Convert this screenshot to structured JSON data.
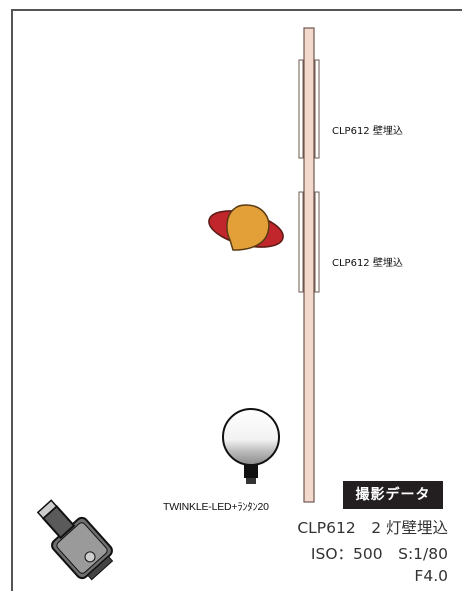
{
  "labels": {
    "light_1": "CLP612 壁埋込",
    "light_2": "CLP612 壁埋込",
    "bulb": "TWINKLE-LED+ﾗﾝﾀﾝ20"
  },
  "shooting_data": {
    "badge": "撮影データ",
    "line_1": "CLP612　2 灯壁埋込",
    "line_2": "ISO：500　S:1/80",
    "line_3": "F4.0"
  },
  "icons": {
    "subject": "subject-figure-icon",
    "bulb": "globe-led-bulb-icon",
    "camera": "camera-icon"
  },
  "colors": {
    "wall": "#f3d9cc",
    "subject_body": "#c0262b",
    "subject_head": "#e3a038",
    "badge": "#231f20"
  }
}
